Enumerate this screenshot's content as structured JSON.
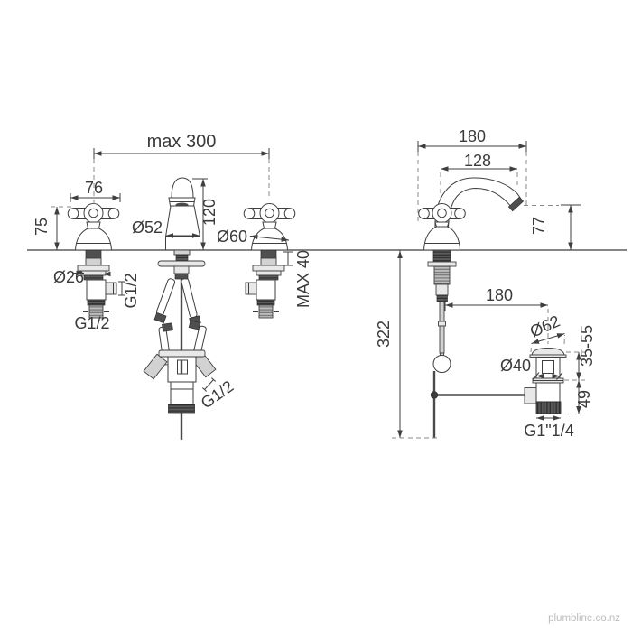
{
  "page": {
    "background": "#ffffff",
    "watermark": "plumbline.co.nz"
  },
  "colors": {
    "line": "#3f3f3f",
    "text": "#3a3a3a",
    "dark_fill": "#4f4f4f",
    "light_fill": "#e8e8e8",
    "watermark_text": "#bcbcbc"
  },
  "front_view": {
    "dim_max_spread": "max 300",
    "dim_handle_width": "76",
    "dim_handle_height": "75",
    "dim_shank_diameter": "Ø26",
    "dim_valve_side_thread": "G1/2",
    "dim_valve_bottom_thread": "G1/2",
    "dim_spout_base_diameter": "Ø52",
    "dim_spout_height": "120",
    "dim_handle_base_diameter": "Ø60",
    "dim_max_deck_thickness": "MAX 40",
    "dim_hose_thread": "G1/2"
  },
  "side_view": {
    "dim_overall_depth": "180",
    "dim_spout_reach": "128",
    "dim_spout_outlet_height": "77",
    "dim_overall_below_deck": "322",
    "dim_rod_to_waste": "180",
    "dim_waste_flange_diameter": "Ø62",
    "dim_waste_body_diameter": "Ø40",
    "dim_deck_thickness_range": "35-55",
    "dim_waste_below_height": "49",
    "dim_waste_thread": "G1\"1/4"
  }
}
